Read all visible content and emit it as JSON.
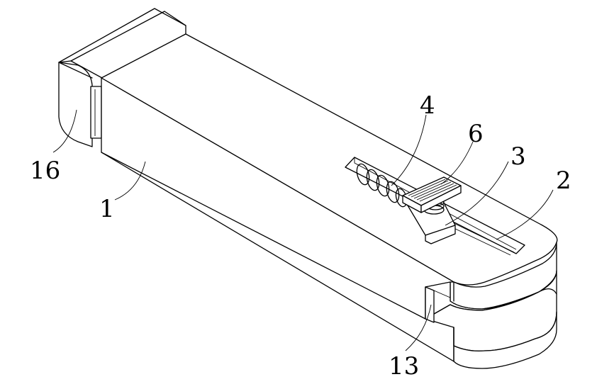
{
  "figure": {
    "background": "#ffffff",
    "line_color": "#000000"
  },
  "labels": {
    "l16": "16",
    "l1": "1",
    "l4": "4",
    "l6": "6",
    "l3": "3",
    "l2": "2",
    "l13": "13"
  }
}
